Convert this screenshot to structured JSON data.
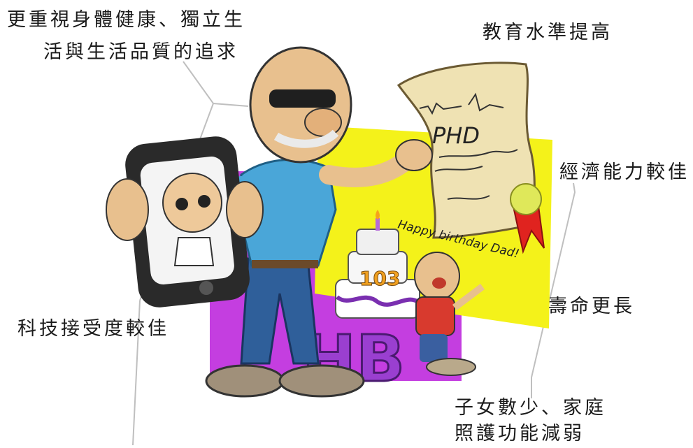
{
  "labels": {
    "top_left_line1": "更重視身體健康、獨立生",
    "top_left_line2": "活與生活品質的追求",
    "education": "教育水準提高",
    "economic": "經濟能力較佳",
    "lifespan": "壽命更長",
    "technology": "科技接受度較佳",
    "children_line1": "子女數少、家庭",
    "children_line2": "照護功能減弱"
  },
  "illustration": {
    "diploma_text": "PHD",
    "banner_text": "Happy birthday Dad!",
    "cake_number": "103",
    "block_letters": "HB"
  },
  "colors": {
    "yellow_panel": "#f4f21a",
    "purple_panel": "#c43ee0",
    "shirt": "#4aa6d8",
    "jeans": "#2f5f9a",
    "skin": "#e8c08e",
    "parchment": "#efe2b3",
    "red_ribbon": "#e0231f",
    "phone": "#2a2a2a"
  }
}
